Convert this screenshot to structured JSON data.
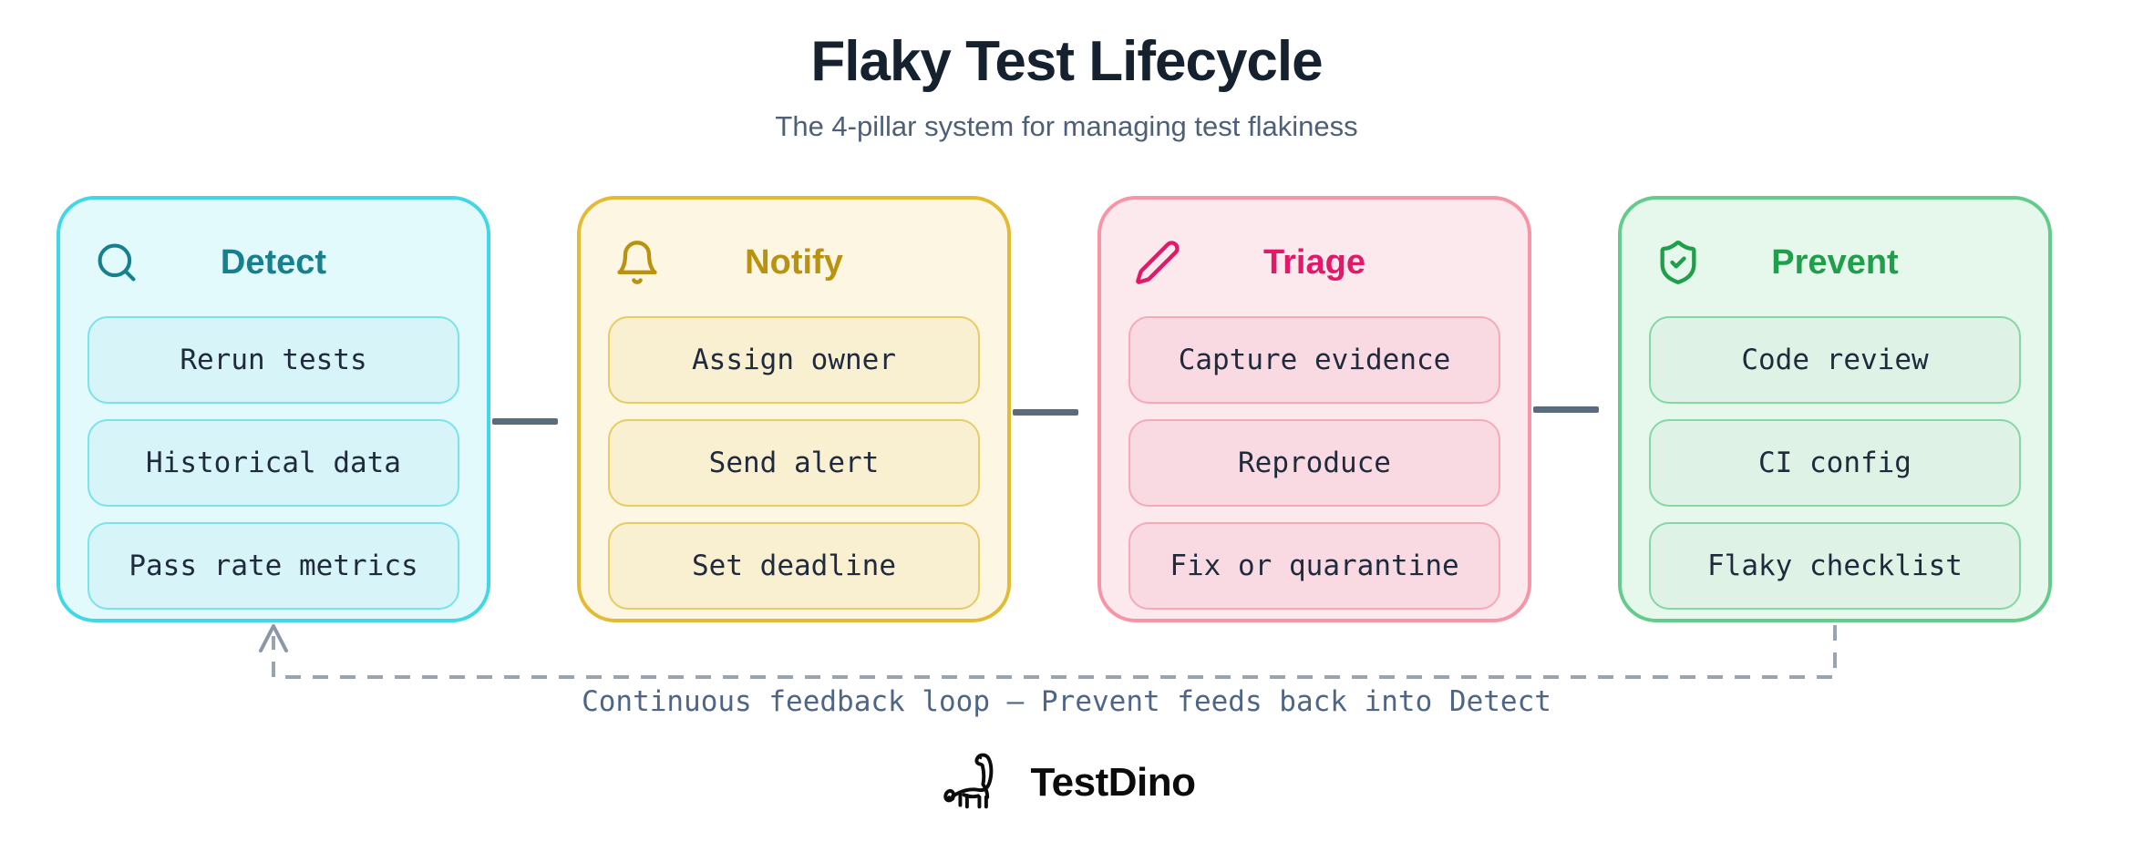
{
  "header": {
    "title": "Flaky Test Lifecycle",
    "subtitle": "The 4-pillar system for managing test flakiness"
  },
  "pillars": [
    {
      "name": "Detect",
      "icon": "search-icon",
      "accent": "#16808f",
      "border": "#41d7e7",
      "background": "#e3fafc",
      "item_background": "#d7f4f8",
      "item_border": "#79e2ed",
      "items": [
        "Rerun tests",
        "Historical data",
        "Pass rate metrics"
      ]
    },
    {
      "name": "Notify",
      "icon": "bell-icon",
      "accent": "#b9930f",
      "border": "#e2bb33",
      "background": "#fdf6e2",
      "item_background": "#f9efd1",
      "item_border": "#e7cb63",
      "items": [
        "Assign owner",
        "Send alert",
        "Set deadline"
      ]
    },
    {
      "name": "Triage",
      "icon": "pencil-icon",
      "accent": "#e31869",
      "border": "#f795a6",
      "background": "#fce9ee",
      "item_background": "#f9dae2",
      "item_border": "#f5a9b9",
      "items": [
        "Capture evidence",
        "Reproduce",
        "Fix or quarantine"
      ]
    },
    {
      "name": "Prevent",
      "icon": "shield-check-icon",
      "accent": "#1f9e4b",
      "border": "#65cb8b",
      "background": "#e6f8ec",
      "item_background": "#def2e5",
      "item_border": "#85d7a4",
      "items": [
        "Code review",
        "CI config",
        "Flaky checklist"
      ]
    }
  ],
  "connectors": {
    "count": 3,
    "color": "#5b6b7e"
  },
  "feedback_loop": {
    "label": "Continuous feedback loop — Prevent feeds back into Detect",
    "line_color": "#9aa4ae",
    "arrow_color": "#8a97a5"
  },
  "brand": {
    "name": "TestDino",
    "logo": "dinosaur-icon",
    "color": "#0c0c0c"
  },
  "text_colors": {
    "title": "#16212f",
    "subtitle": "#4e6078",
    "item_text": "#1f2a3d",
    "feedback_text": "#4e6585"
  }
}
